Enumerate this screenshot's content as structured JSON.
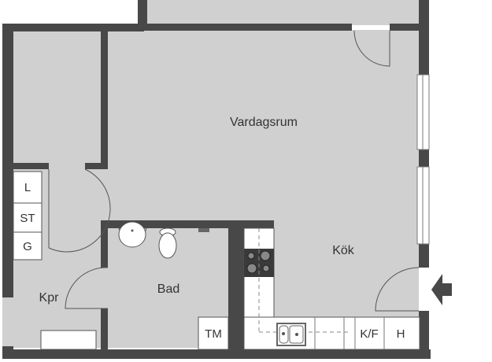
{
  "rooms": {
    "living": "Vardagsrum",
    "kitchen": "Kök",
    "bath": "Bad",
    "closet": "Kpr"
  },
  "fixtures": {
    "storage": [
      "L",
      "ST",
      "G"
    ],
    "washer": "TM",
    "fridge_freezer": "K/F",
    "cabinet": "H"
  },
  "colors": {
    "wall": "#484848",
    "floor": "#d0d0d0"
  }
}
